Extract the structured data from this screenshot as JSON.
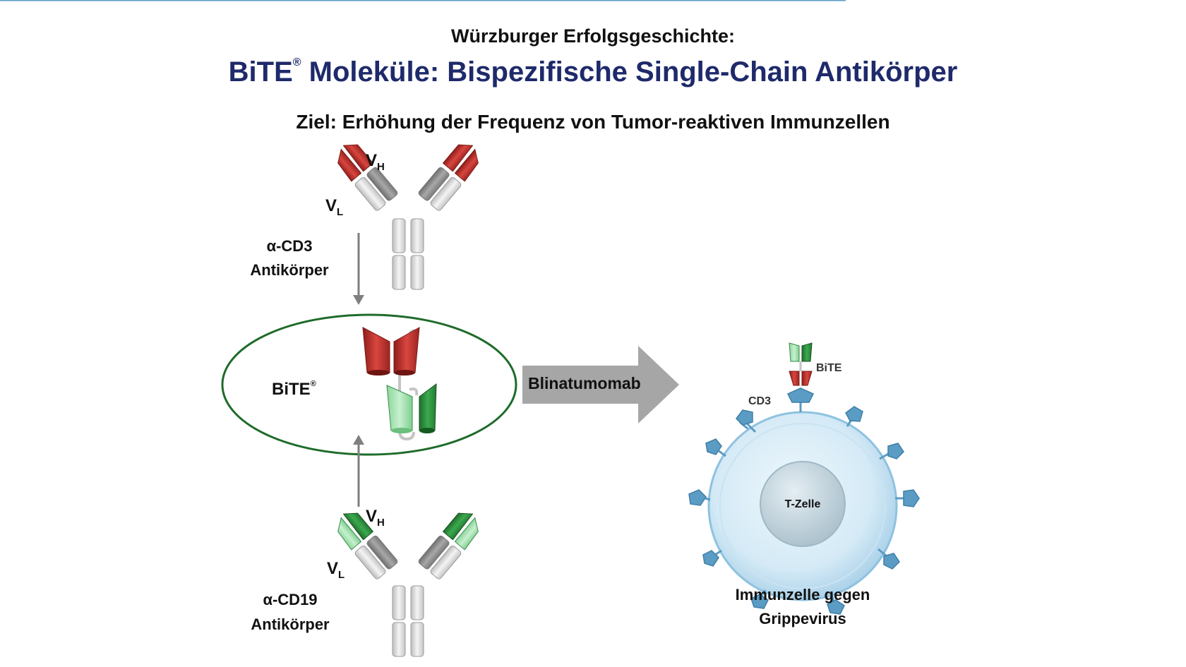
{
  "header": {
    "line1": "Würzburger Erfolgsgeschichte:",
    "line2_main": "BiTE",
    "line2_mark": "®",
    "line2_rest": " Moleküle: Bispezifische Single-Chain Antikörper",
    "subtitle": "Ziel: Erhöhung der Frequenz von Tumor-reaktiven Immunzellen"
  },
  "top_antibody": {
    "vh_label": "V",
    "vh_sub": "H",
    "vl_label": "V",
    "vl_sub": "L",
    "name_line1": "α-CD3",
    "name_line2": "Antikörper",
    "variable_color": "#c0302e"
  },
  "bottom_antibody": {
    "vh_label": "V",
    "vh_sub": "H",
    "vl_label": "V",
    "vl_sub": "L",
    "name_line1": "α-CD19",
    "name_line2": "Antikörper",
    "variable_color": "#2e8b3e"
  },
  "bite": {
    "label": "BiTE",
    "mark": "®",
    "ellipse_color": "#1e6b2a"
  },
  "process_arrow": {
    "label": "Blinatumomab",
    "color": "#a6a6a6"
  },
  "cell": {
    "bite_label": "BiTE",
    "cd3_label": "CD3",
    "nucleus_label": "T-Zelle",
    "caption_line1": "Immunzelle gegen",
    "caption_line2": "Grippevirus",
    "membrane_color": "#bcdcef",
    "receptor_color": "#5b9cc4"
  }
}
